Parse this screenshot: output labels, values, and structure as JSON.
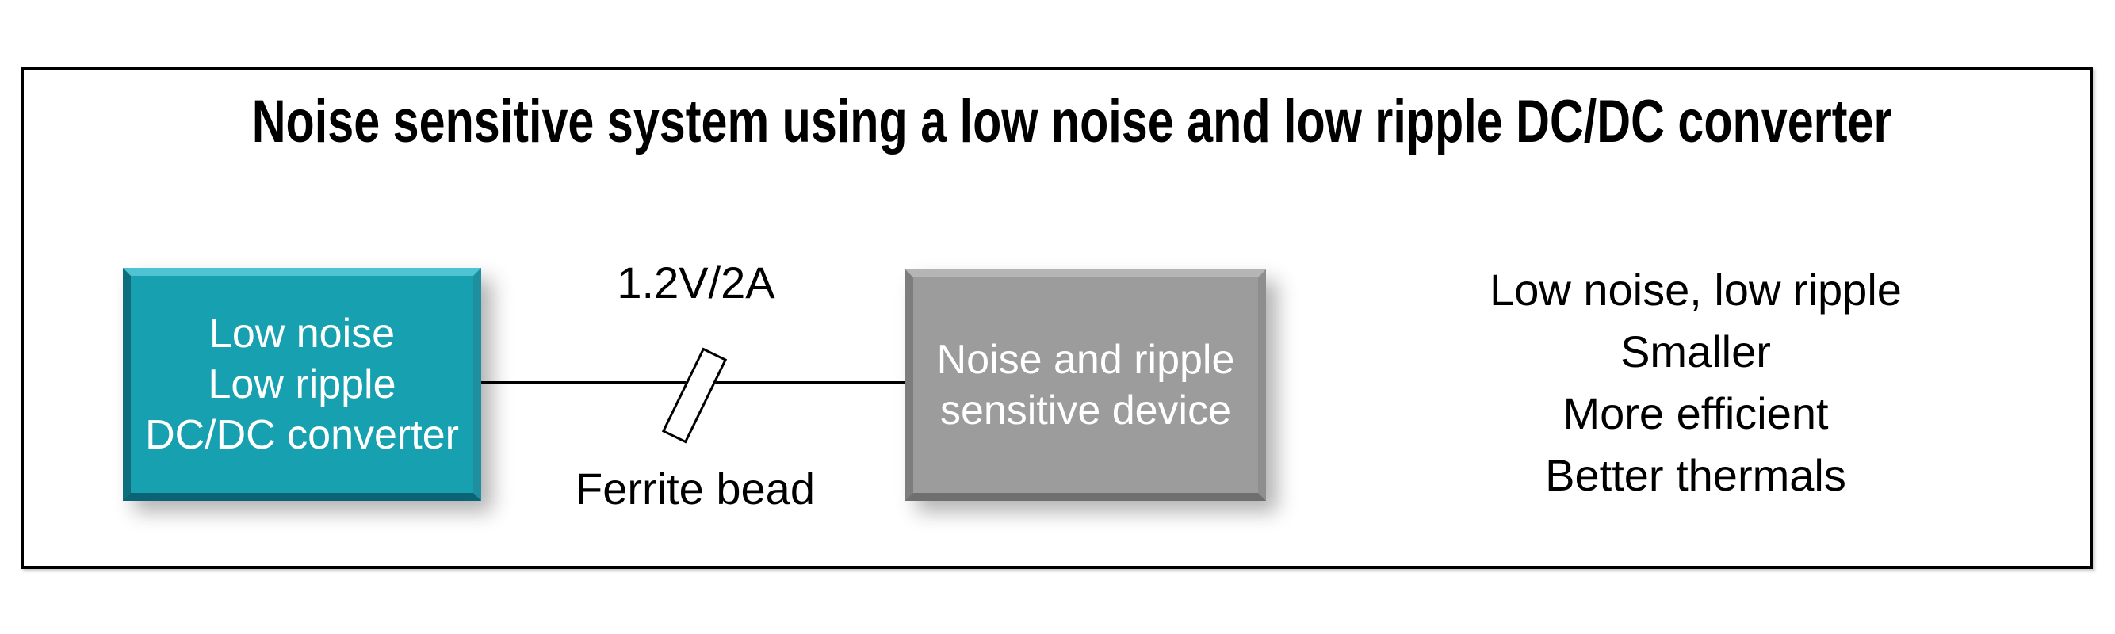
{
  "diagram": {
    "title": "Noise sensitive system using a low noise and low ripple DC/DC converter",
    "converter_box": {
      "lines": [
        "Low noise",
        "Low ripple",
        "DC/DC converter"
      ]
    },
    "device_box": {
      "lines": [
        "Noise and ripple",
        "sensitive device"
      ]
    },
    "wire": {
      "label": "1.2V/2A"
    },
    "ferrite_bead": {
      "label": "Ferrite bead"
    },
    "benefits": {
      "lines": [
        "Low noise, low ripple",
        "Smaller",
        "More efficient",
        "Better thermals"
      ]
    },
    "colors": {
      "converter_fill": "#17a1b0",
      "device_fill": "#9c9c9c",
      "box_text": "#ffffff",
      "line_and_text": "#000000",
      "background": "#ffffff"
    }
  }
}
